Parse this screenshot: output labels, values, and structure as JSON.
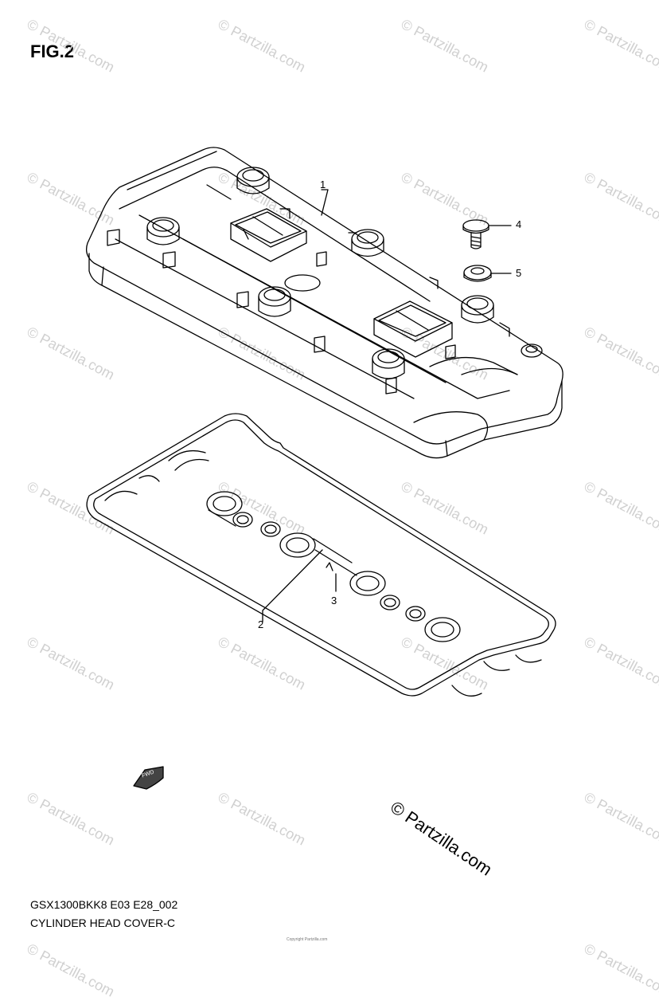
{
  "figure": {
    "title": "FIG.2"
  },
  "callouts": [
    {
      "id": "1",
      "label": "1"
    },
    {
      "id": "2",
      "label": "2"
    },
    {
      "id": "3",
      "label": "3"
    },
    {
      "id": "4",
      "label": "4"
    },
    {
      "id": "5",
      "label": "5"
    }
  ],
  "watermark": {
    "text": "© Partzilla.com"
  },
  "brand": {
    "text": "© Partzilla.com"
  },
  "fwd_marker": {
    "text": "FWD"
  },
  "footer": {
    "model_code": "GSX1300BKK8 E03 E28_002",
    "caption": "CYLINDER HEAD COVER-C",
    "copyright_small": "Copyright Partzilla.com"
  }
}
